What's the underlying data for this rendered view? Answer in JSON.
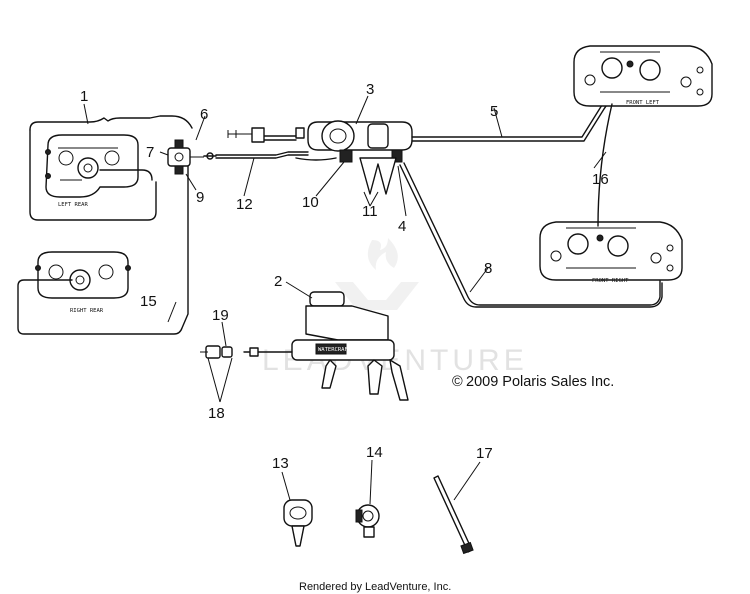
{
  "callouts": [
    "1",
    "2",
    "3",
    "4",
    "5",
    "6",
    "7",
    "8",
    "9",
    "10",
    "11",
    "12",
    "13",
    "14",
    "15",
    "16",
    "17",
    "18",
    "19"
  ],
  "caliper_labels": {
    "left_rear": "LEFT REAR",
    "right_rear": "RIGHT REAR",
    "front_left": "FRONT LEFT",
    "front_right": "FRONT RIGHT"
  },
  "master_cylinder_brand": "WATERCRAFT",
  "watermark": "LEADVENTURE",
  "copyright": "2009 Polaris Sales Inc.",
  "copyright_symbol": "©",
  "footer": "Rendered by LeadVenture, Inc."
}
